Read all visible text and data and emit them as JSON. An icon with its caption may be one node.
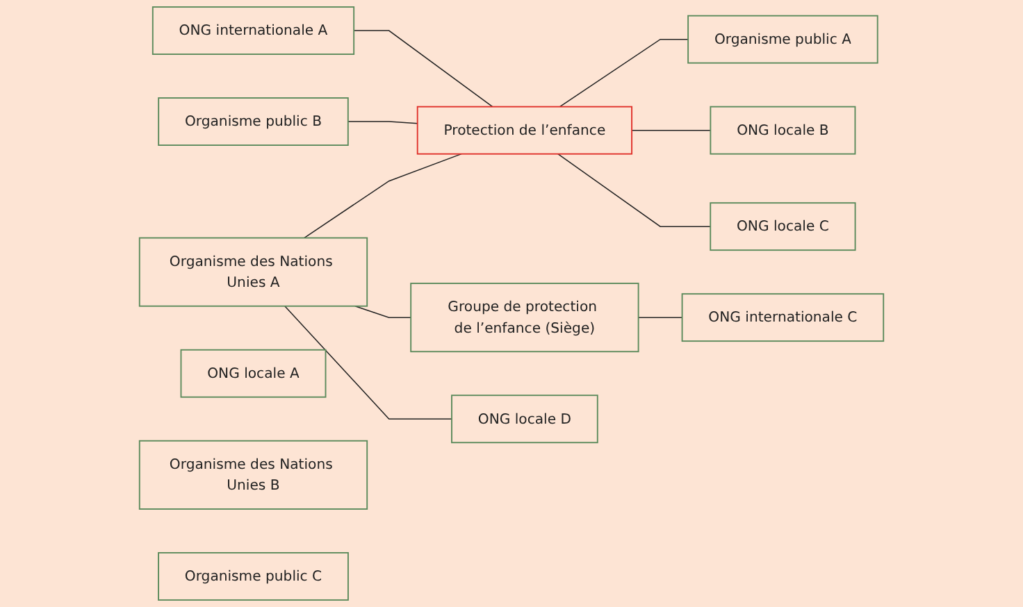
{
  "diagram": {
    "nodes": [
      {
        "text": [
          "ONG locale A"
        ]
      },
      {
        "text": [
          "Organisme public A"
        ]
      },
      {
        "text": [
          "ONG locale B"
        ]
      },
      {
        "text": [
          "ONG internationale A"
        ]
      },
      {
        "text": [
          "Protection de l’enfance"
        ]
      },
      {
        "text": [
          "Organisme public B"
        ]
      },
      {
        "text": [
          "Organisme des Nations Unies B"
        ]
      },
      {
        "text": [
          "Groupe de protection de l’enfance (Siège)"
        ]
      },
      {
        "text": [
          "ONG locale C"
        ]
      },
      {
        "text": [
          "Organisme public C"
        ]
      },
      {
        "text": [
          "Organisme des Nations Unies A"
        ]
      },
      {
        "text": [
          "ONG locale D"
        ]
      },
      {
        "text": [
          "ONG internationale C"
        ]
      }
    ],
    "edges": [
      {
        "from": 4,
        "to": 1,
        "arrow": "none"
      },
      {
        "from": 4,
        "to": 2,
        "arrow": "none"
      },
      {
        "from": 3,
        "to": 4,
        "arrow": "none"
      },
      {
        "from": 5,
        "to": 4,
        "arrow": "none"
      },
      {
        "from": 4,
        "to": 8,
        "arrow": "none"
      },
      {
        "from": 10,
        "to": 4,
        "arrow": "none"
      },
      {
        "from": 10,
        "to": 7,
        "arrow": "none"
      },
      {
        "from": 10,
        "to": 11,
        "arrow": "none"
      },
      {
        "from": 7,
        "to": 12,
        "arrow": "none"
      }
    ]
  }
}
